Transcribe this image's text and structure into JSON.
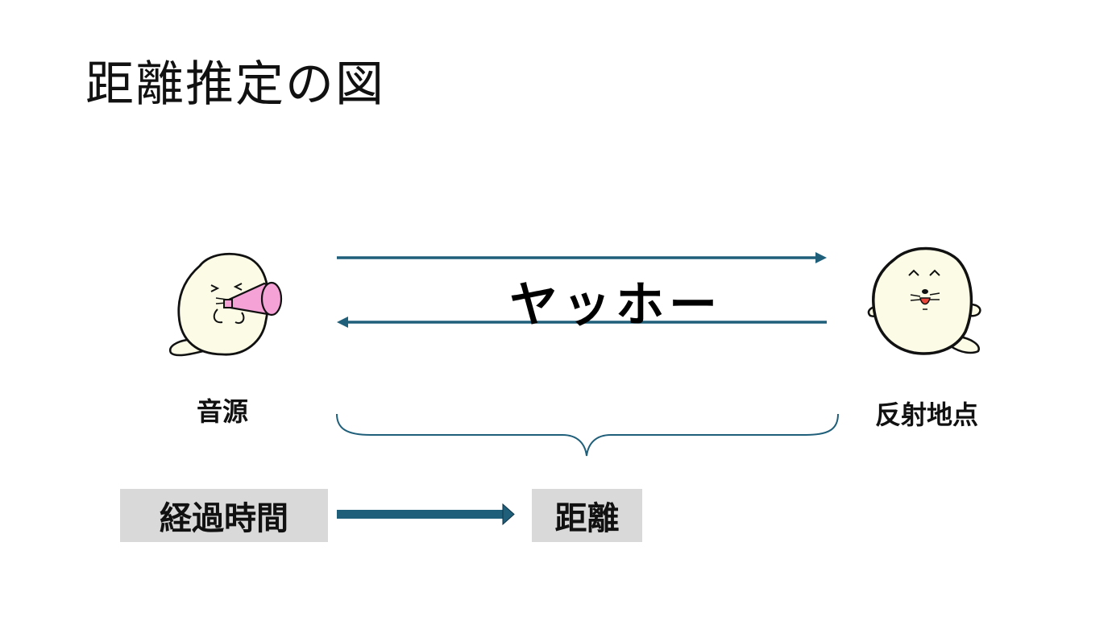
{
  "title": "距離推定の図",
  "echo_text": "ヤッホー",
  "labels": {
    "source": "音源",
    "reflection_point": "反射地点"
  },
  "boxes": {
    "elapsed_time": "経過時間",
    "distance": "距離"
  },
  "colors": {
    "arrow": "#1f5f7a",
    "box_fill": "#d9d9d9",
    "character_fill": "#fbfbe6",
    "megaphone": "#f5a3d6"
  },
  "icons": [
    "seal-with-megaphone-icon",
    "seal-listening-icon",
    "right-arrow-icon",
    "left-arrow-icon",
    "curly-brace-icon"
  ]
}
